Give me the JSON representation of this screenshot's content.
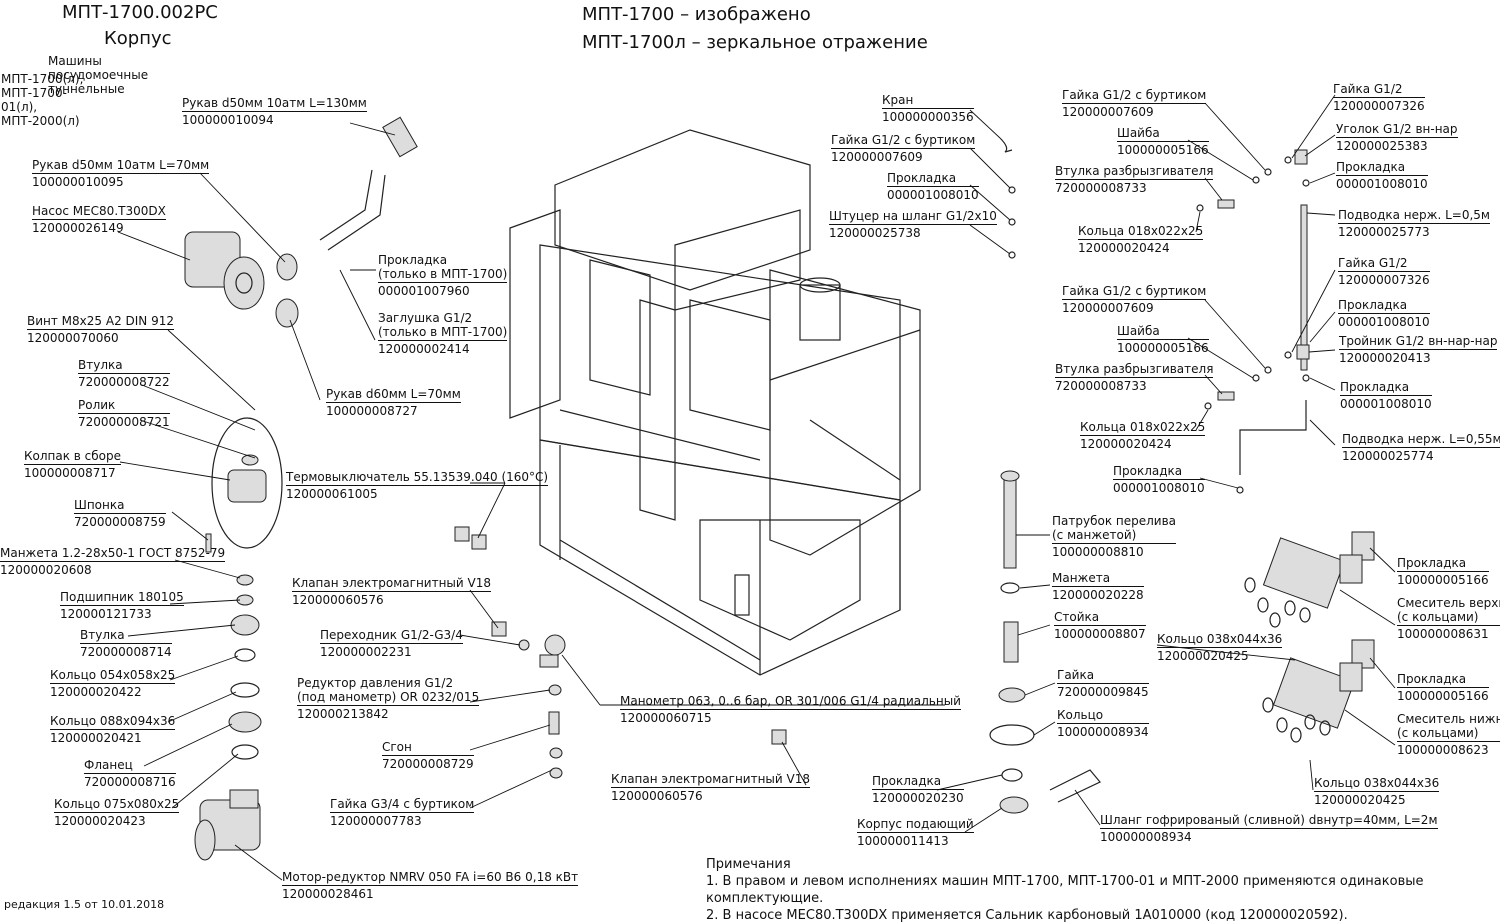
{
  "title": {
    "code": "МПТ-1700.002РС",
    "name": "Корпус",
    "machines_line1": "Машины посудомоечные туннельные",
    "machines_line2": "МПТ-1700(л), МПТ-1700-01(л), МПТ-2000(л)"
  },
  "header": {
    "line1": "МПТ-1700 – изображено",
    "line2": "МПТ-1700л – зеркальное отражение"
  },
  "parts": [
    {
      "id": "rukav-d50-130",
      "name": "Рукав d50мм 10атм L=130мм",
      "code": "100000010094"
    },
    {
      "id": "rukav-d50-70",
      "name": "Рукав d50мм 10атм L=70мм",
      "code": "100000010095"
    },
    {
      "id": "nasos",
      "name": "Насос MEC80.T300DX",
      "code": "120000026149"
    },
    {
      "id": "prokladka-1700",
      "name": "Прокладка",
      "name2": "(только в МПТ-1700)",
      "code": "000001007960"
    },
    {
      "id": "zaglushka",
      "name": "Заглушка G1/2",
      "name2": "(только в МПТ-1700)",
      "code": "120000002414"
    },
    {
      "id": "rukav-d60",
      "name": "Рукав d60мм L=70мм",
      "code": "100000008727"
    },
    {
      "id": "vint",
      "name": "Винт M8x25 A2 DIN 912",
      "code": "120000070060"
    },
    {
      "id": "vtulka-1",
      "name": "Втулка",
      "code": "720000008722"
    },
    {
      "id": "rolik",
      "name": "Ролик",
      "code": "720000008721"
    },
    {
      "id": "kolpak",
      "name": "Колпак в сборе",
      "code": "100000008717"
    },
    {
      "id": "shponka",
      "name": "Шпонка",
      "code": "720000008759"
    },
    {
      "id": "manzheta-gost",
      "name": "Манжета 1.2-28x50-1 ГОСТ 8752-79",
      "code": "120000020608"
    },
    {
      "id": "podshipnik",
      "name": "Подшипник 180105",
      "code": "120000121733"
    },
    {
      "id": "vtulka-2",
      "name": "Втулка",
      "code": "720000008714"
    },
    {
      "id": "kolco-054",
      "name": "Кольцо 054x058x25",
      "code": "120000020422"
    },
    {
      "id": "kolco-088",
      "name": "Кольцо 088x094x36",
      "code": "120000020421"
    },
    {
      "id": "flanec",
      "name": "Фланец",
      "code": "720000008716"
    },
    {
      "id": "kolco-075",
      "name": "Кольцо 075x080x25",
      "code": "120000020423"
    },
    {
      "id": "motor",
      "name": "Мотор-редуктор NMRV 050 FA i=60 B6 0,18 кВт",
      "code": "120000028461"
    },
    {
      "id": "termovykl",
      "name": "Термовыключатель 55.13539.040 (160°С)",
      "code": "120000061005"
    },
    {
      "id": "klapan-1",
      "name": "Клапан электромагнитный V18",
      "code": "120000060576"
    },
    {
      "id": "perehodnik",
      "name": "Переходник G1/2-G3/4",
      "code": "120000002231"
    },
    {
      "id": "reduktor",
      "name": "Редуктор давления G1/2",
      "name2": "(под манометр) OR 0232/015",
      "code": "120000213842"
    },
    {
      "id": "sgon",
      "name": "Сгон",
      "code": "720000008729"
    },
    {
      "id": "gaika-g34",
      "name": "Гайка G3/4 с буртиком",
      "code": "120000007783"
    },
    {
      "id": "manometr",
      "name": "Манометр 063, 0..6 бар, OR 301/006 G1/4 радиальный",
      "code": "120000060715"
    },
    {
      "id": "klapan-2",
      "name": "Клапан электромагнитный V18",
      "code": "120000060576"
    },
    {
      "id": "kran",
      "name": "Кран",
      "code": "100000000356"
    },
    {
      "id": "gaika-g12-b-1",
      "name": "Гайка G1/2 с буртиком",
      "code": "120000007609"
    },
    {
      "id": "prokladka-1",
      "name": "Прокладка",
      "code": "000001008010"
    },
    {
      "id": "shtucer",
      "name": "Штуцер на шланг G1/2х10",
      "code": "120000025738"
    },
    {
      "id": "gaika-g12-b-2",
      "name": "Гайка G1/2 с буртиком",
      "code": "120000007609"
    },
    {
      "id": "shaiba-1",
      "name": "Шайба",
      "code": "100000005166"
    },
    {
      "id": "vtulka-razbr-1",
      "name": "Втулка разбрызгивателя",
      "code": "720000008733"
    },
    {
      "id": "kolca-018-1",
      "name": "Кольца 018x022x25",
      "code": "120000020424"
    },
    {
      "id": "gaika-g12-1",
      "name": "Гайка G1/2",
      "code": "120000007326"
    },
    {
      "id": "ugolok",
      "name": "Уголок G1/2 вн-нар",
      "code": "120000025383"
    },
    {
      "id": "prokladka-2",
      "name": "Прокладка",
      "code": "000001008010"
    },
    {
      "id": "podvodka-05",
      "name": "Подводка нерж. L=0,5м",
      "code": "120000025773"
    },
    {
      "id": "gaika-g12-b-3",
      "name": "Гайка G1/2 с буртиком",
      "code": "120000007609"
    },
    {
      "id": "shaiba-2",
      "name": "Шайба",
      "code": "100000005166"
    },
    {
      "id": "vtulka-razbr-2",
      "name": "Втулка разбрызгивателя",
      "code": "720000008733"
    },
    {
      "id": "kolca-018-2",
      "name": "Кольца 018x022x25",
      "code": "120000020424"
    },
    {
      "id": "gaika-g12-2",
      "name": "Гайка G1/2",
      "code": "120000007326"
    },
    {
      "id": "prokladka-3",
      "name": "Прокладка",
      "code": "000001008010"
    },
    {
      "id": "troinik",
      "name": "Тройник G1/2 вн-нар-нар",
      "code": "120000020413"
    },
    {
      "id": "prokladka-4",
      "name": "Прокладка",
      "code": "000001008010"
    },
    {
      "id": "podvodka-055",
      "name": "Подводка нерж. L=0,55м",
      "code": "120000025774"
    },
    {
      "id": "prokladka-5",
      "name": "Прокладка",
      "code": "000001008010"
    },
    {
      "id": "patrubok",
      "name": "Патрубок перелива",
      "name2": "(с манжетой)",
      "code": "100000008810"
    },
    {
      "id": "manzheta",
      "name": "Манжета",
      "code": "120000020228"
    },
    {
      "id": "stoika",
      "name": "Стойка",
      "code": "100000008807"
    },
    {
      "id": "gaika",
      "name": "Гайка",
      "code": "720000009845"
    },
    {
      "id": "kolco",
      "name": "Кольцо",
      "code": "100000008934"
    },
    {
      "id": "prokladka-230",
      "name": "Прокладка",
      "code": "120000020230"
    },
    {
      "id": "korpus-podayushchiy",
      "name": "Корпус подающий",
      "code": "100000011413"
    },
    {
      "id": "shlang",
      "name": "Шланг гофрированый (сливной) dвнутр=40мм, L=2м",
      "code": "100000008934"
    },
    {
      "id": "prokladka-6",
      "name": "Прокладка",
      "code": "100000005166"
    },
    {
      "id": "smesitel-verh",
      "name": "Смеситель верхний",
      "name2": "(с кольцами)",
      "code": "100000008631"
    },
    {
      "id": "kolco-038-1",
      "name": "Кольцо 038x044x36",
      "code": "120000020425"
    },
    {
      "id": "prokladka-7",
      "name": "Прокладка",
      "code": "100000005166"
    },
    {
      "id": "smesitel-niz",
      "name": "Смеситель нижний",
      "name2": "(с кольцами)",
      "code": "100000008623"
    },
    {
      "id": "kolco-038-2",
      "name": "Кольцо 038x044x36",
      "code": "120000020425"
    }
  ],
  "notes": {
    "heading": "Примечания",
    "items": [
      "1. В правом и левом исполнениях машин МПТ-1700, МПТ-1700-01 и МПТ-2000 применяются одинаковые комплектующие.",
      "2. В насосе MEC80.T300DX применяется Сальник карбоновый 1A010000 (код 120000020592)."
    ]
  },
  "revision": "редакция 1.5 от 10.01.2018"
}
